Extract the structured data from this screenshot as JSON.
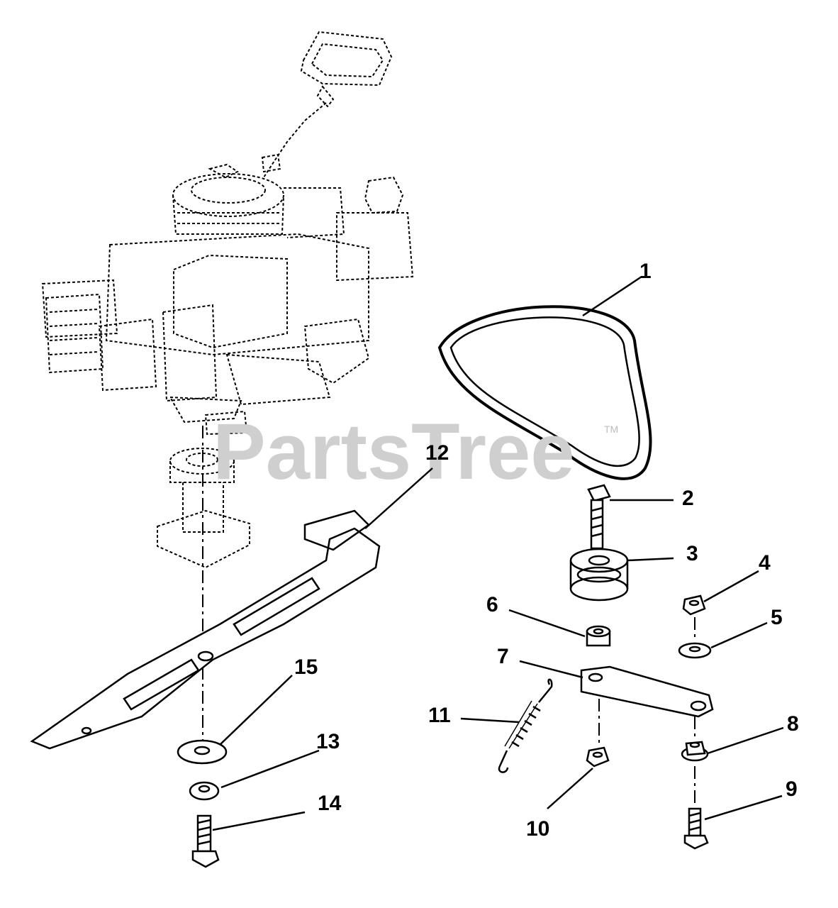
{
  "watermark": {
    "text": "PartsTree",
    "trademark": "TM"
  },
  "callouts": [
    {
      "id": "1",
      "text": "1"
    },
    {
      "id": "2",
      "text": "2"
    },
    {
      "id": "3",
      "text": "3"
    },
    {
      "id": "4",
      "text": "4"
    },
    {
      "id": "5",
      "text": "5"
    },
    {
      "id": "6",
      "text": "6"
    },
    {
      "id": "7",
      "text": "7"
    },
    {
      "id": "8",
      "text": "8"
    },
    {
      "id": "9",
      "text": "9"
    },
    {
      "id": "10",
      "text": "10"
    },
    {
      "id": "11",
      "text": "11"
    },
    {
      "id": "12",
      "text": "12"
    },
    {
      "id": "13",
      "text": "13"
    },
    {
      "id": "14",
      "text": "14"
    },
    {
      "id": "15",
      "text": "15"
    }
  ]
}
